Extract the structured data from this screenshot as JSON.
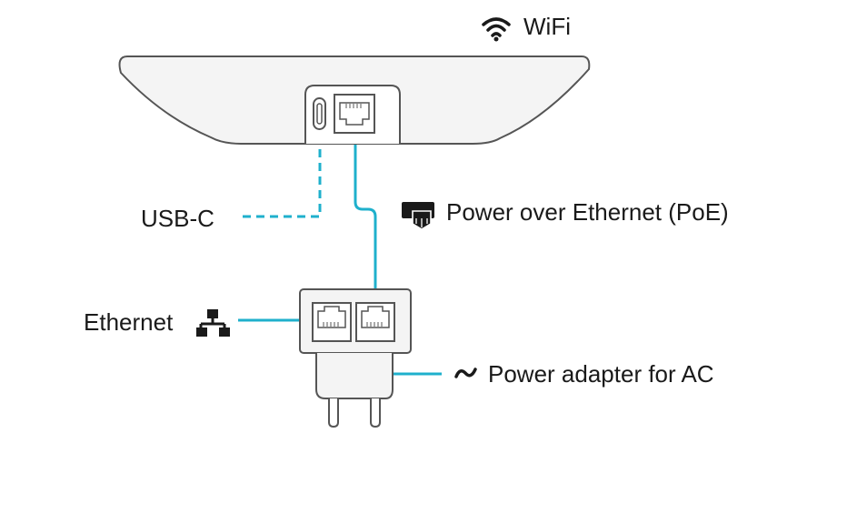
{
  "labels": {
    "wifi": "WiFi",
    "usbc": "USB-C",
    "poe": "Power over Ethernet (PoE)",
    "ethernet": "Ethernet",
    "power_adapter": "Power adapter for AC"
  },
  "icons": {
    "wifi": "wifi-icon",
    "poe": "poe-icon",
    "ethernet": "network-icon",
    "ac": "ac-wave-icon"
  },
  "colors": {
    "cable": "#1fb0cc",
    "outline": "#555555",
    "fill": "#f4f4f4",
    "text": "#1a1a1a"
  }
}
